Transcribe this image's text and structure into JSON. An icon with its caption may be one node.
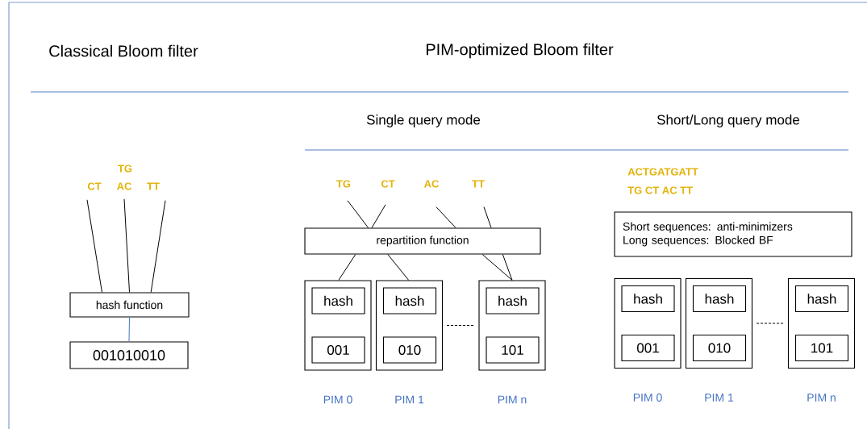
{
  "diagram": {
    "nodes": [
      {
        "text": [
          "CT"
        ]
      },
      {
        "text": [
          "TG"
        ]
      },
      {
        "text": [
          "AC"
        ]
      },
      {
        "text": [
          "TT"
        ]
      },
      {
        "text": [
          "hash function"
        ]
      },
      {
        "text": [
          "001010010"
        ]
      },
      {
        "text": [
          "TG"
        ]
      },
      {
        "text": [
          "CT"
        ]
      },
      {
        "text": [
          "AC"
        ]
      },
      {
        "text": [
          "TT"
        ]
      },
      {
        "text": [
          "repartition function"
        ]
      },
      {
        "text": [],
        "shape": "box",
        "beside": [
          "PIM 0"
        ]
      },
      {
        "text": [
          "hash"
        ],
        "in": 11
      },
      {
        "text": [
          "001"
        ],
        "in": 11
      },
      {
        "text": [],
        "shape": "box",
        "beside": [
          "PIM 1"
        ]
      },
      {
        "text": [
          "hash"
        ],
        "in": 14
      },
      {
        "text": [
          "010"
        ],
        "in": 14
      },
      {
        "text": [],
        "shape": "box",
        "beside": [
          "PIM n"
        ]
      },
      {
        "text": [
          "hash"
        ],
        "in": 17
      },
      {
        "text": [
          "101"
        ],
        "in": 17
      },
      {
        "text": [
          "Short sequences: anti-minimizers",
          "Long sequences: Blocked BF"
        ]
      },
      {
        "text": [],
        "shape": "box",
        "beside": [
          "PIM 0"
        ]
      },
      {
        "text": [
          "hash"
        ],
        "in": 21
      },
      {
        "text": [
          "001"
        ],
        "in": 21
      },
      {
        "text": [],
        "shape": "box",
        "beside": [
          "PIM 1"
        ]
      },
      {
        "text": [
          "hash"
        ],
        "in": 24
      },
      {
        "text": [
          "010"
        ],
        "in": 24
      },
      {
        "text": [],
        "shape": "box",
        "beside": [
          "PIM n"
        ]
      },
      {
        "text": [
          "hash"
        ],
        "in": 27
      },
      {
        "text": [
          "101"
        ],
        "in": 27
      }
    ],
    "edges": [
      {
        "from": 0,
        "to": 4,
        "arrow": "none"
      },
      {
        "from": 2,
        "to": 4,
        "arrow": "none"
      },
      {
        "from": 3,
        "to": 4,
        "arrow": "none"
      },
      {
        "from": 4,
        "to": 5,
        "arrow": "none",
        "color": "#4472c4"
      },
      {
        "from": 6,
        "to": 10,
        "arrow": "none"
      },
      {
        "from": 7,
        "to": 10,
        "arrow": "none"
      },
      {
        "from": 8,
        "to": 10,
        "arrow": "none"
      },
      {
        "from": 9,
        "to": 10,
        "arrow": "none"
      },
      {
        "from": 10,
        "to": 11,
        "arrow": "none"
      },
      {
        "from": 10,
        "to": 14,
        "arrow": "none"
      },
      {
        "from": 10,
        "to": 17,
        "arrow": "none"
      },
      {
        "from": 10,
        "to": 17,
        "arrow": "none"
      },
      {
        "from": 14,
        "to": 17,
        "arrow": "none",
        "style": "dashed"
      },
      {
        "from": 24,
        "to": 27,
        "arrow": "none",
        "style": "dashed"
      }
    ],
    "labels": [
      "Classical Bloom filter",
      "PIM-optimized Bloom filter",
      "Single query mode",
      "Short/Long query mode",
      "ACTGATGATT",
      "TG CT AC TT"
    ]
  }
}
